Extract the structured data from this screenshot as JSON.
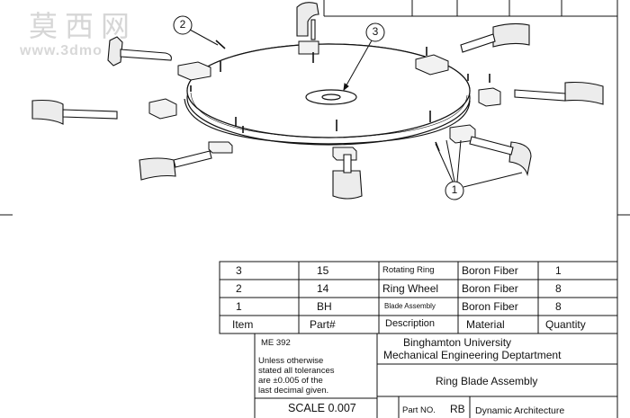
{
  "watermark": {
    "logo_text": "莫西网",
    "url": "www.3dmo"
  },
  "balloons": {
    "b1": "1",
    "b2": "2",
    "b3": "3"
  },
  "bom": {
    "rows": [
      {
        "item": "3",
        "part": "15",
        "description": "Rotating Ring",
        "material": "Boron Fiber",
        "quantity": "1"
      },
      {
        "item": "2",
        "part": "14",
        "description": "Ring Wheel",
        "material": "Boron Fiber",
        "quantity": "8"
      },
      {
        "item": "1",
        "part": "BH",
        "description": "Blade Assembly",
        "material": "Boron Fiber",
        "quantity": "8"
      }
    ],
    "header": {
      "item": "Item",
      "part": "Part#",
      "description": "Description",
      "material": "Material",
      "quantity": "Quantity"
    }
  },
  "title_block": {
    "course": "ME 392",
    "tolerance_note": [
      "Unless otherwise",
      "stated all tolerances",
      "are ±0.005 of the",
      "last decimal given."
    ],
    "university": "Binghamton University",
    "department": "Mechanical Engineering Deptartment",
    "drawing_title": "Ring Blade Assembly",
    "scale": "SCALE  0.007",
    "part_no_label": "Part NO.",
    "part_no_value": "RB",
    "project": "Dynamic Architecture"
  },
  "colors": {
    "line": "#111111",
    "watermark": "#d6d6d6"
  }
}
